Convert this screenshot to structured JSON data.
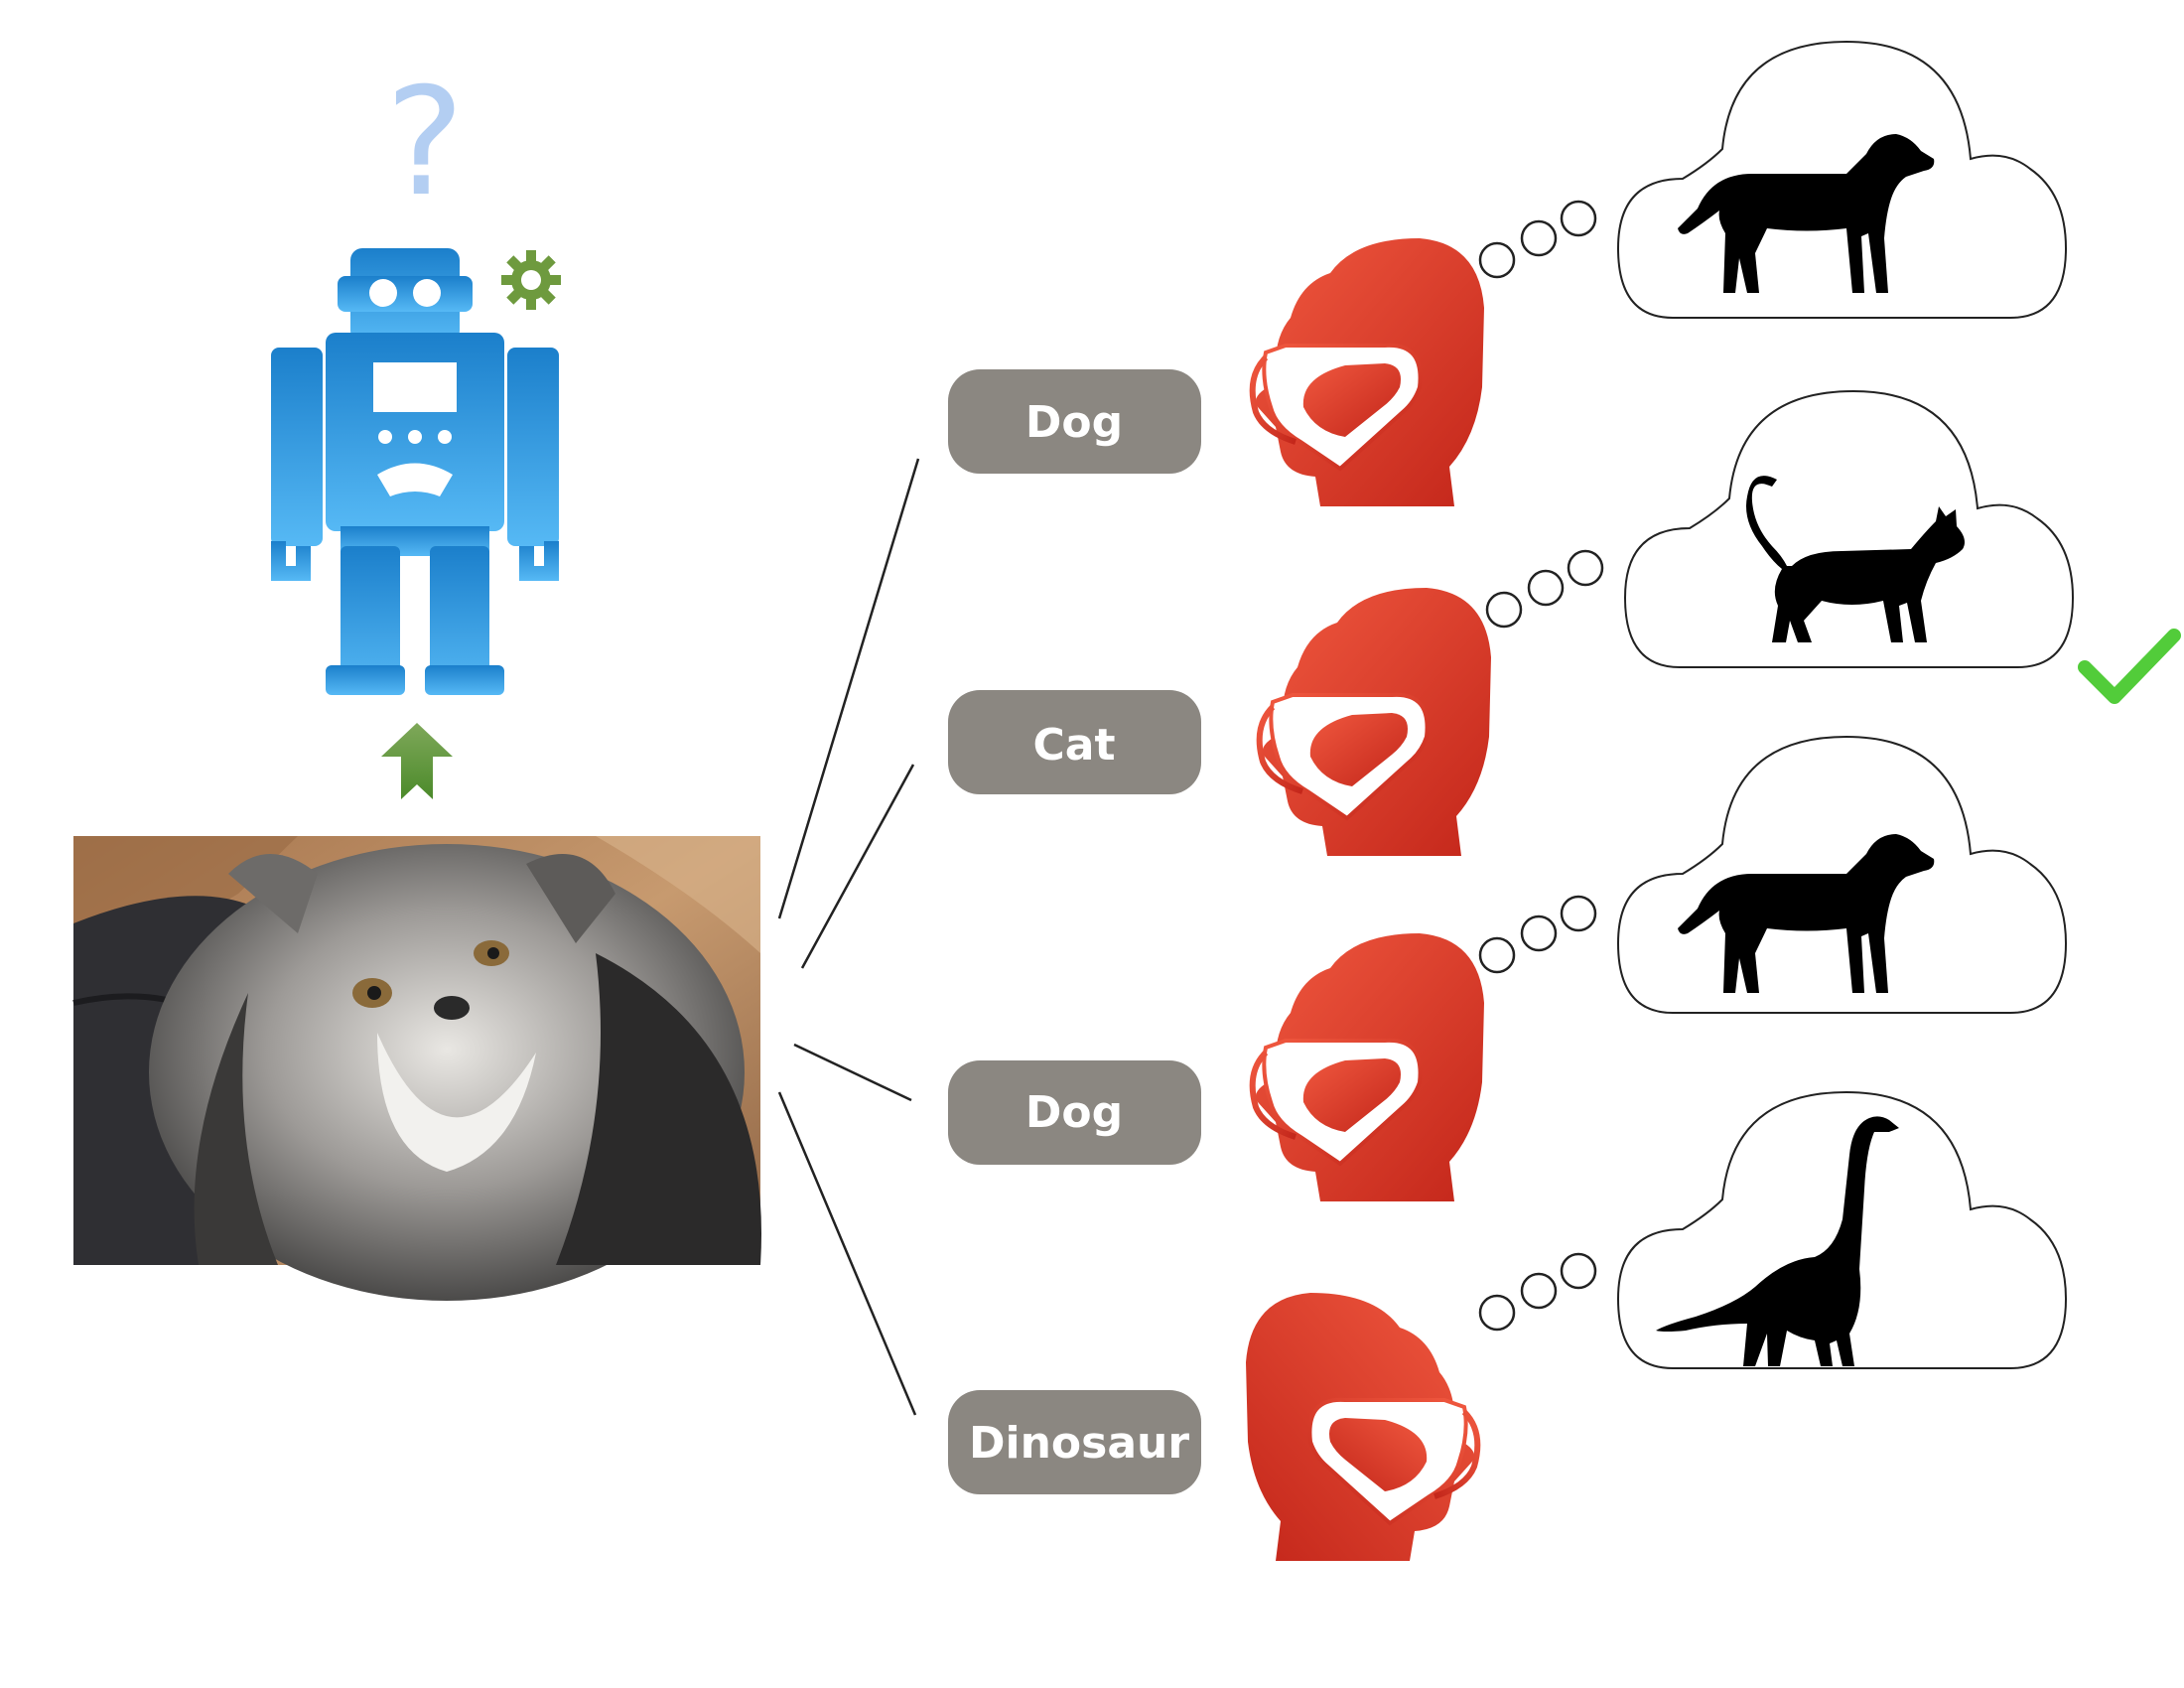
{
  "robot": {
    "icon": "robot-icon",
    "question_mark": "?",
    "gear_icon": "gear-icon",
    "arrow_icon": "up-arrow-icon",
    "body_color_top": "#1b7fcb",
    "body_color_bottom": "#56b9f5",
    "gear_color": "#6e9a3e",
    "question_color": "#b3cef2"
  },
  "photo": {
    "subject": "hairy-animal-photo"
  },
  "annotators": [
    {
      "label": "Dog",
      "thought_icon": "dog-silhouette-icon",
      "correct": false
    },
    {
      "label": "Cat",
      "thought_icon": "cat-silhouette-icon",
      "correct": true
    },
    {
      "label": "Dog",
      "thought_icon": "dog-silhouette-icon",
      "correct": false
    },
    {
      "label": "Dinosaur",
      "thought_icon": "dinosaur-silhouette-icon",
      "correct": false
    }
  ],
  "colors": {
    "label_bg": "#8b8781",
    "head_light": "#f0583f",
    "head_dark": "#c3261a",
    "check": "#52cc3a",
    "line": "#222222"
  }
}
